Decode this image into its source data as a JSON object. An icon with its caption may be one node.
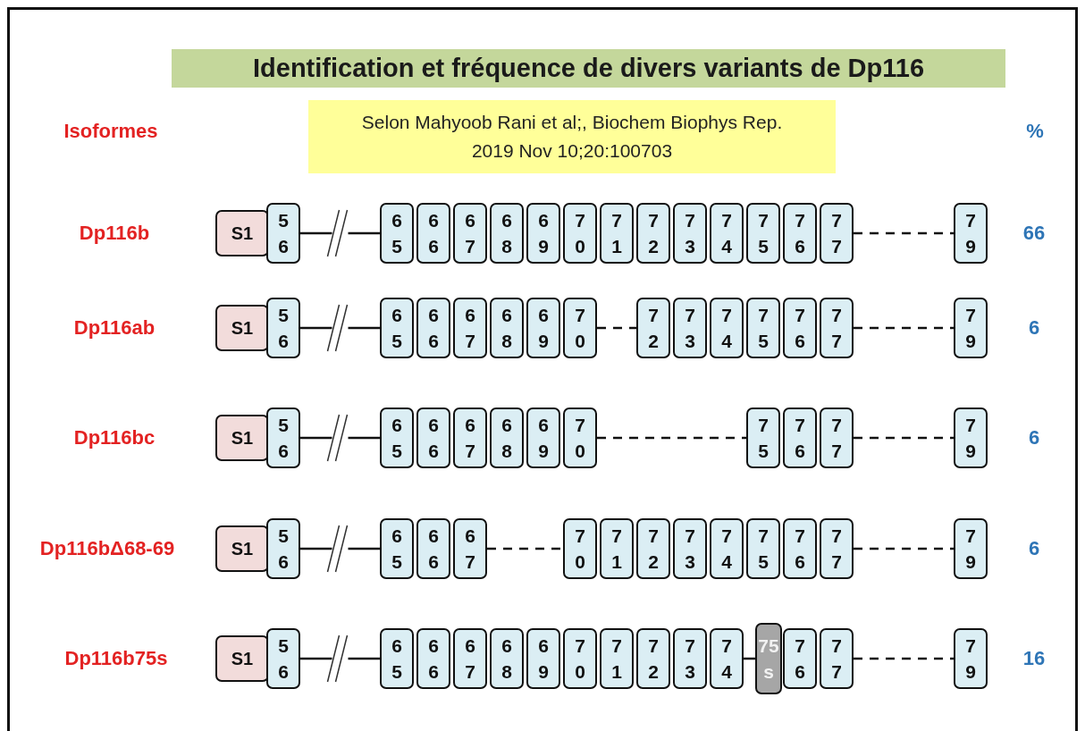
{
  "diagram": {
    "title": "Identification et fréquence de divers variants de Dp116",
    "nodes": [
      {
        "text": [
          "Selon Mahyoob Rani et al;, Biochem Biophys Rep. 2019 Nov 10;20:100703"
        ]
      },
      {
        "text": [
          "S1"
        ]
      },
      {
        "text": [
          "5 6"
        ]
      },
      {
        "text": [
          "6 5"
        ]
      },
      {
        "text": [
          "6 6"
        ]
      },
      {
        "text": [
          "6 7"
        ]
      },
      {
        "text": [
          "6 8"
        ]
      },
      {
        "text": [
          "6 9"
        ]
      },
      {
        "text": [
          "7 0"
        ]
      },
      {
        "text": [
          "7 1"
        ]
      },
      {
        "text": [
          "7 2"
        ]
      },
      {
        "text": [
          "7 3"
        ]
      },
      {
        "text": [
          "7 4"
        ]
      },
      {
        "text": [
          "7 5"
        ]
      },
      {
        "text": [
          "7 6"
        ]
      },
      {
        "text": [
          "7 7"
        ]
      },
      {
        "text": [
          "7 9"
        ]
      },
      {
        "text": [
          "S1"
        ]
      },
      {
        "text": [
          "5 6"
        ]
      },
      {
        "text": [
          "6 5"
        ]
      },
      {
        "text": [
          "6 6"
        ]
      },
      {
        "text": [
          "6 7"
        ]
      },
      {
        "text": [
          "6 8"
        ]
      },
      {
        "text": [
          "6 9"
        ]
      },
      {
        "text": [
          "7 0"
        ]
      },
      {
        "text": [
          "7 2"
        ]
      },
      {
        "text": [
          "7 3"
        ]
      },
      {
        "text": [
          "7 4"
        ]
      },
      {
        "text": [
          "7 5"
        ]
      },
      {
        "text": [
          "7 6"
        ]
      },
      {
        "text": [
          "7 7"
        ]
      },
      {
        "text": [
          "7 9"
        ]
      },
      {
        "text": [
          "S1"
        ]
      },
      {
        "text": [
          "5 6"
        ]
      },
      {
        "text": [
          "6 5"
        ]
      },
      {
        "text": [
          "6 6"
        ]
      },
      {
        "text": [
          "6 7"
        ]
      },
      {
        "text": [
          "6 8"
        ]
      },
      {
        "text": [
          "6 9"
        ]
      },
      {
        "text": [
          "7 0"
        ]
      },
      {
        "text": [
          "7 5"
        ]
      },
      {
        "text": [
          "7 6"
        ]
      },
      {
        "text": [
          "7 7"
        ]
      },
      {
        "text": [
          "7 9"
        ]
      },
      {
        "text": [
          "S1"
        ]
      },
      {
        "text": [
          "5 6"
        ]
      },
      {
        "text": [
          "6 5"
        ]
      },
      {
        "text": [
          "6 6"
        ]
      },
      {
        "text": [
          "6 7"
        ]
      },
      {
        "text": [
          "7 0"
        ]
      },
      {
        "text": [
          "7 1"
        ]
      },
      {
        "text": [
          "7 2"
        ]
      },
      {
        "text": [
          "7 3"
        ]
      },
      {
        "text": [
          "7 4"
        ]
      },
      {
        "text": [
          "7 5"
        ]
      },
      {
        "text": [
          "7 6"
        ]
      },
      {
        "text": [
          "7 7"
        ]
      },
      {
        "text": [
          "7 9"
        ]
      },
      {
        "text": [
          "S1"
        ]
      },
      {
        "text": [
          "5 6"
        ]
      },
      {
        "text": [
          "6 5"
        ]
      },
      {
        "text": [
          "6 6"
        ]
      },
      {
        "text": [
          "6 7"
        ]
      },
      {
        "text": [
          "6 8"
        ]
      },
      {
        "text": [
          "6 9"
        ]
      },
      {
        "text": [
          "7 0"
        ]
      },
      {
        "text": [
          "7 1"
        ]
      },
      {
        "text": [
          "7 2"
        ]
      },
      {
        "text": [
          "7 3"
        ]
      },
      {
        "text": [
          "7 4"
        ]
      },
      {
        "text": [
          "75 s"
        ]
      },
      {
        "text": [
          "7 6"
        ]
      },
      {
        "text": [
          "7 7"
        ]
      },
      {
        "text": [
          "7 9"
        ]
      }
    ],
    "edges": [
      {
        "from": 2,
        "to": 3,
        "arrow": "none"
      },
      {
        "from": 15,
        "to": 16,
        "arrow": "none",
        "style": "dashed"
      },
      {
        "from": 18,
        "to": 19,
        "arrow": "none"
      },
      {
        "from": 24,
        "to": 25,
        "arrow": "none",
        "style": "dashed"
      },
      {
        "from": 30,
        "to": 31,
        "arrow": "none",
        "style": "dashed"
      },
      {
        "from": 33,
        "to": 34,
        "arrow": "none"
      },
      {
        "from": 39,
        "to": 40,
        "arrow": "none",
        "style": "dashed"
      },
      {
        "from": 42,
        "to": 43,
        "arrow": "none",
        "style": "dashed"
      },
      {
        "from": 45,
        "to": 46,
        "arrow": "none"
      },
      {
        "from": 48,
        "to": 49,
        "arrow": "none",
        "style": "dashed"
      },
      {
        "from": 56,
        "to": 57,
        "arrow": "none",
        "style": "dashed"
      },
      {
        "from": 59,
        "to": 60,
        "arrow": "none"
      },
      {
        "from": 69,
        "to": 70,
        "arrow": "none"
      },
      {
        "from": 72,
        "to": 73,
        "arrow": "none",
        "style": "dashed"
      }
    ],
    "labels": [
      "Isoformes",
      "%",
      "Dp116b",
      "66",
      "Dp116ab",
      "6",
      "Dp116bc",
      "6",
      "Dp116bΔ68-69",
      "6",
      "Dp116b75s",
      "16"
    ]
  }
}
